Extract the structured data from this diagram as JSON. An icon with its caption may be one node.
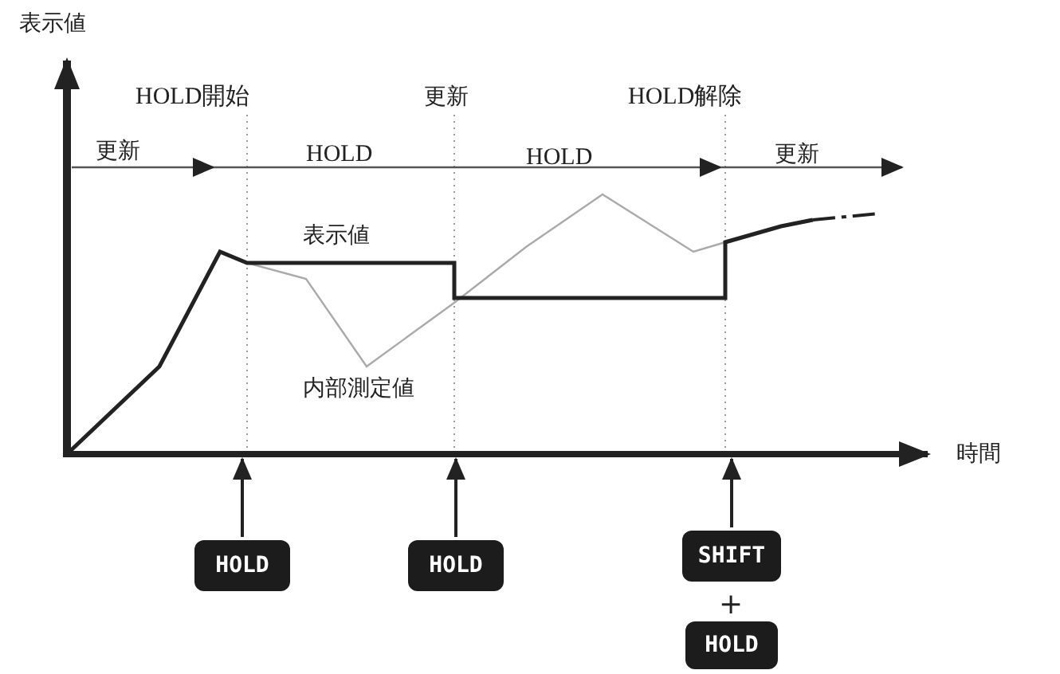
{
  "diagram": {
    "nodes": [
      {
        "text": [
          "HOLD"
        ]
      },
      {
        "text": [
          "HOLD"
        ]
      },
      {
        "text": [
          "SHIFT"
        ]
      },
      {
        "text": [
          "HOLD"
        ]
      },
      {
        "text": [],
        "shape": "bar"
      }
    ],
    "edges": [
      {
        "from": 0,
        "to": 4,
        "arrow": "to"
      },
      {
        "from": 1,
        "to": 4,
        "arrow": "to"
      },
      {
        "from": 2,
        "to": 4,
        "arrow": "to"
      }
    ],
    "labels": [
      "表示値",
      "HOLD開始",
      "更新",
      "HOLD解除",
      "更新",
      "HOLD",
      "HOLD",
      "更新",
      "表示値",
      "内部測定値",
      "時間",
      "+"
    ]
  }
}
